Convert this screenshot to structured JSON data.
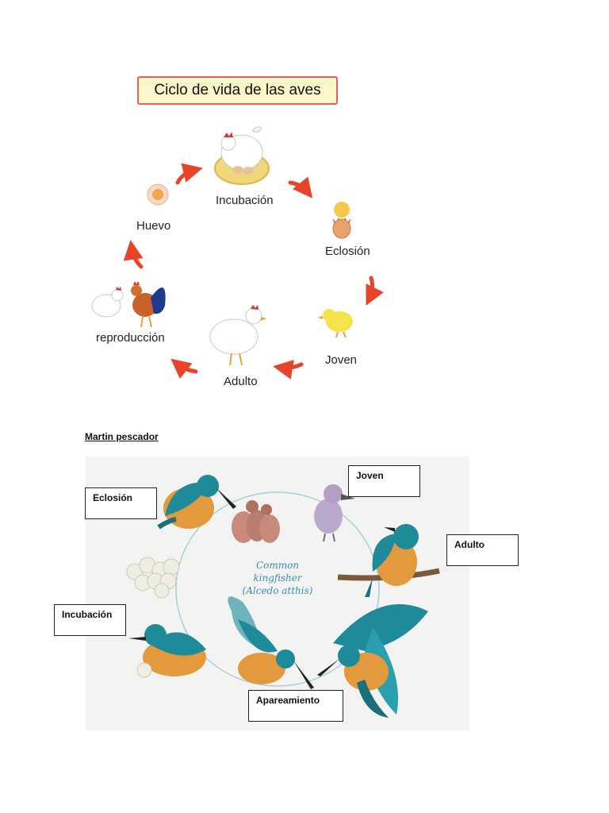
{
  "chicken_cycle": {
    "title": "Ciclo de vida de las aves",
    "stages": {
      "incubacion": "Incubación",
      "eclosion": "Eclosión",
      "joven": "Joven",
      "adulto": "Adulto",
      "reproduccion": "reproducción",
      "huevo": "Huevo"
    },
    "arrow_color": "#e8442a"
  },
  "kingfisher": {
    "heading": "Martin pescador",
    "caption_line1": "Common kingfisher",
    "caption_line2": "(Alcedo atthis)",
    "labels": {
      "joven": "Joven",
      "eclosion": "Eclosión",
      "adulto": "Adulto",
      "incubacion": "Incubación",
      "apareamiento": "Apareamiento"
    },
    "colors": {
      "teal": "#1e8a9a",
      "orange": "#e39a3c"
    }
  }
}
